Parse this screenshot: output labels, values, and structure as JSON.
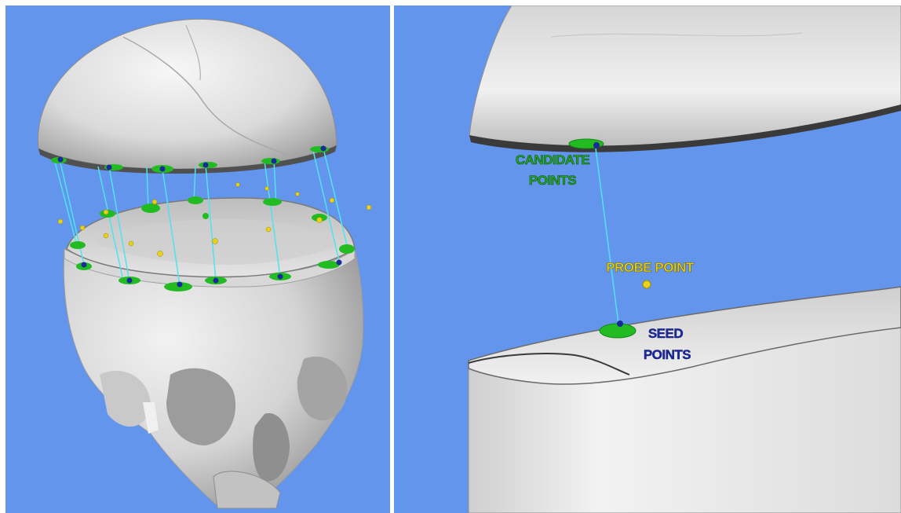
{
  "colors": {
    "background": "#6495ed",
    "bone": "#e8e8e8",
    "bone_shadow": "#8c8c8c",
    "candidate_green": "#22bb22",
    "seed_blue": "#1a2a9a",
    "probe_yellow": "#e6d21c",
    "link_cyan": "#4fe3f0",
    "divider": "#ffffff"
  },
  "left_view": {
    "subject": "skull with cut-off calvaria (skull cap) lifted above the skull base",
    "markers": [
      "candidate-point-cluster",
      "seed-point",
      "probe-point",
      "correspondence-line"
    ]
  },
  "right_view": {
    "labels": {
      "candidate_line1": "CANDIDATE",
      "candidate_line2": "POINTS",
      "probe": "PROBE POINT",
      "seed_line1": "SEED",
      "seed_line2": "POINTS"
    }
  }
}
